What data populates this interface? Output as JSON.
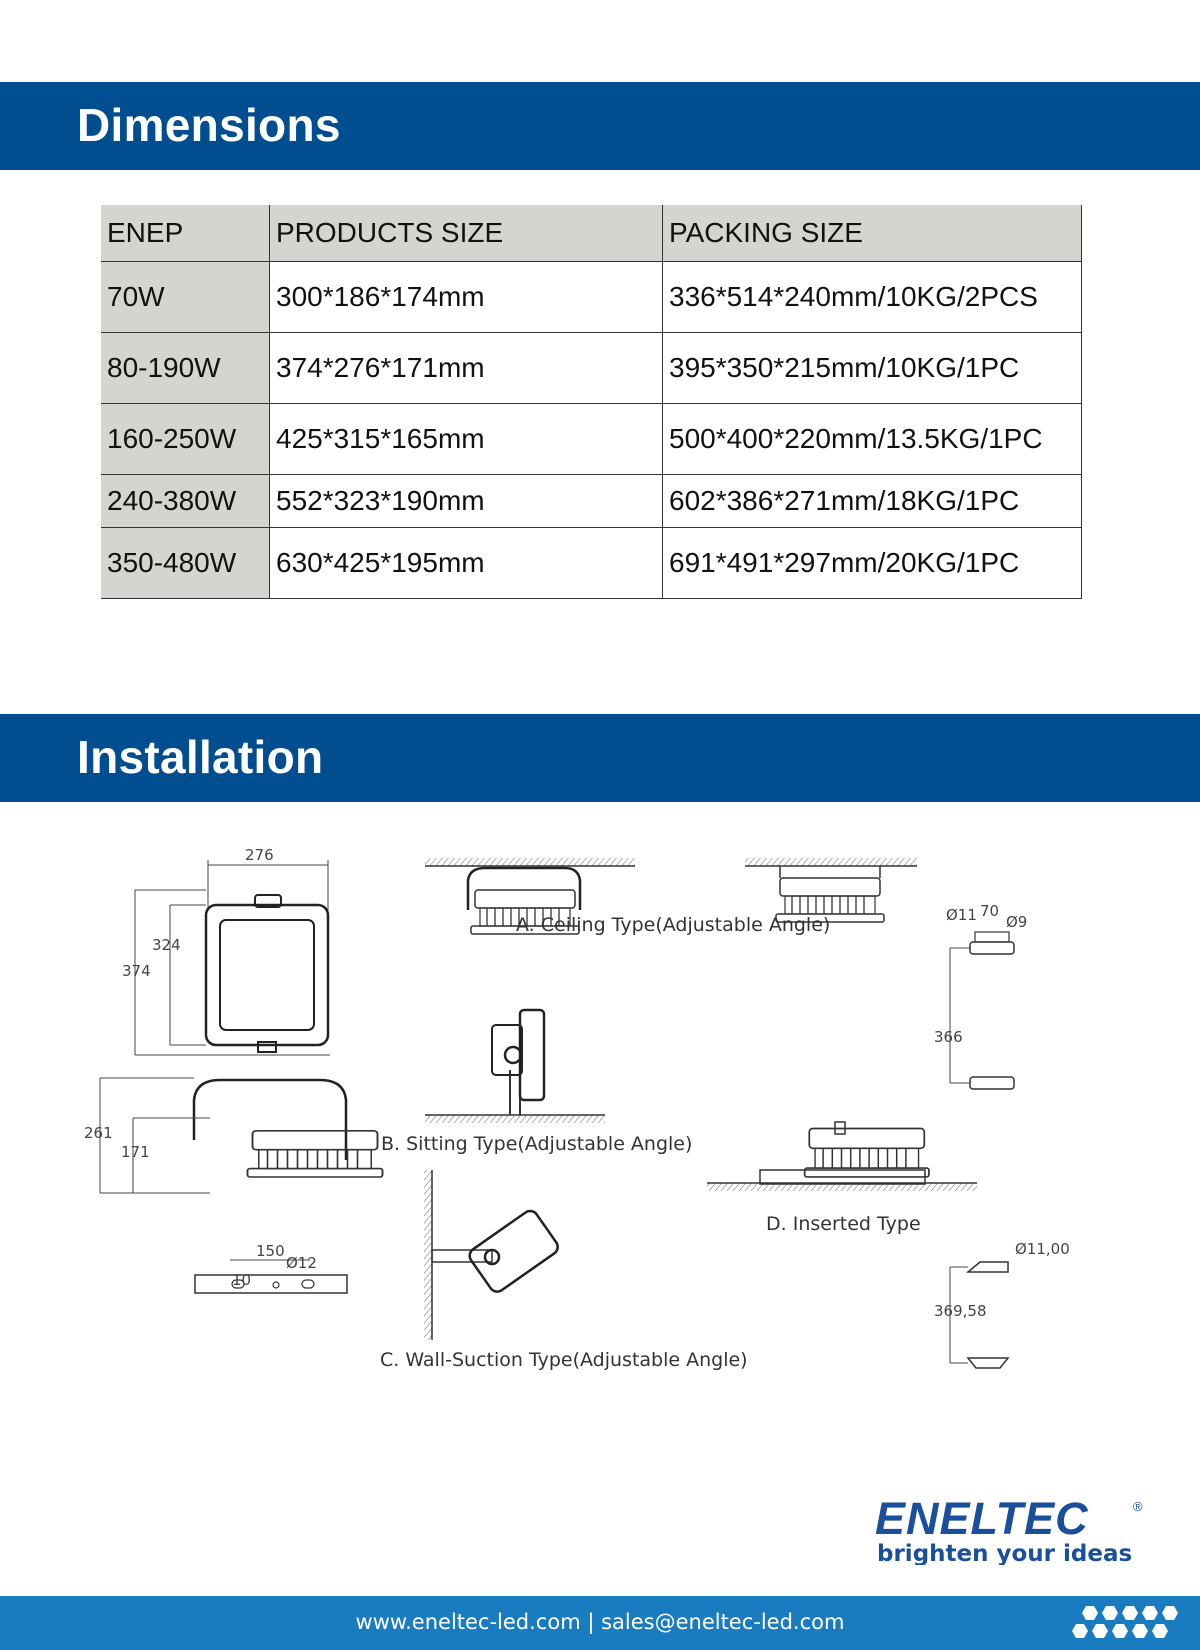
{
  "sections": {
    "dimensions_title": "Dimensions",
    "installation_title": "Installation"
  },
  "table": {
    "headers": [
      "ENEP",
      "PRODUCTS SIZE",
      "PACKING SIZE"
    ],
    "rows": [
      [
        "70W",
        "300*186*174mm",
        "336*514*240mm/10KG/2PCS"
      ],
      [
        "80-190W",
        "374*276*171mm",
        "395*350*215mm/10KG/1PC"
      ],
      [
        "160-250W",
        "425*315*165mm",
        "500*400*220mm/13.5KG/1PC"
      ],
      [
        "240-380W",
        "552*323*190mm",
        "602*386*271mm/18KG/1PC"
      ],
      [
        "350-480W",
        "630*425*195mm",
        "691*491*297mm/20KG/1PC"
      ]
    ]
  },
  "installation": {
    "type_a": "A. Ceiling Type(Adjustable Angle)",
    "type_b": "B. Sitting Type(Adjustable Angle)",
    "type_c": "C. Wall-Suction Type(Adjustable Angle)",
    "type_d": "D. Inserted Type",
    "dims": {
      "top_width": "276",
      "inner_height": "324",
      "outer_height": "374",
      "side_total": "261",
      "side_body": "171",
      "bracket_len": "150",
      "bracket_hole": "Ø12",
      "bracket_small": "10",
      "mount_hole_a": "Ø11",
      "mount_width": "70",
      "mount_hole_b": "Ø9",
      "mount_height": "366",
      "insert_hole": "Ø11,00",
      "insert_height": "369,58"
    }
  },
  "brand": {
    "name": "ENELTEC",
    "reg": "®",
    "tagline": "brighten your ideas",
    "color": "#1a4f9c"
  },
  "footer": {
    "text": "www.eneltec-led.com | sales@eneltec-led.com",
    "color": "#1a7cc0"
  }
}
